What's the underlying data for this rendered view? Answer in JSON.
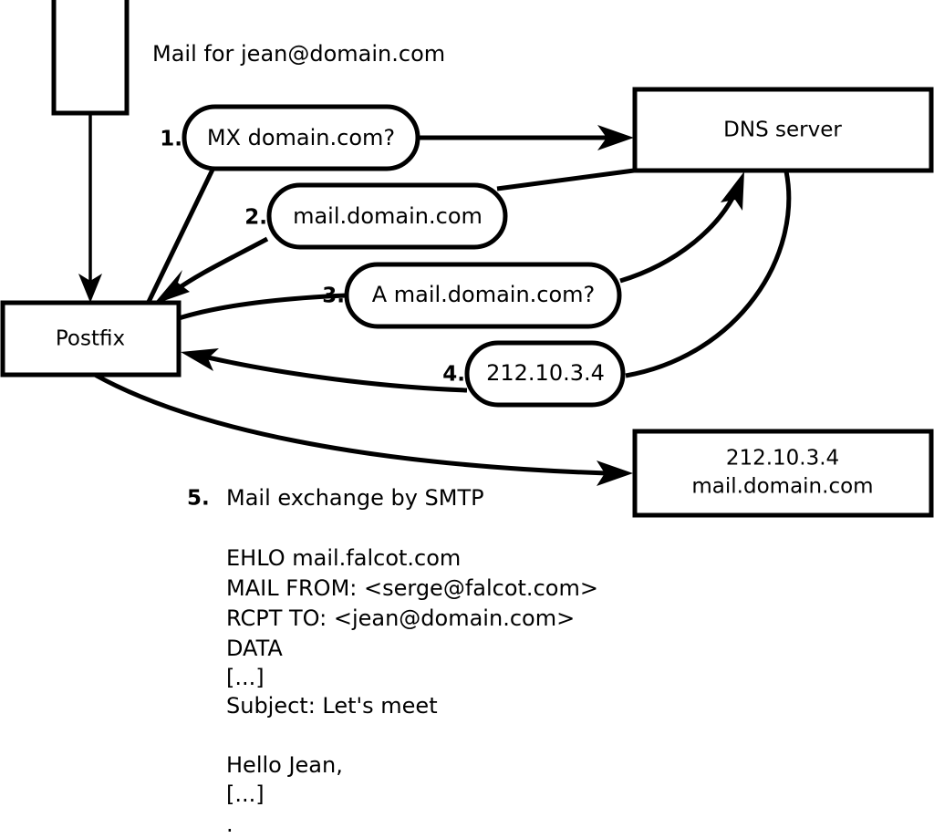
{
  "diagram": {
    "title_caption": "Mail for jean@domain.com",
    "nodes": [
      {
        "id": "source-box",
        "label": ""
      },
      {
        "id": "postfix",
        "label": "Postfix"
      },
      {
        "id": "dns-server",
        "label": "DNS server"
      },
      {
        "id": "destination",
        "line1": "212.10.3.4",
        "line2": "mail.domain.com"
      }
    ],
    "steps": [
      {
        "number": "1.",
        "label": "MX domain.com?"
      },
      {
        "number": "2.",
        "label": "mail.domain.com"
      },
      {
        "number": "3.",
        "label": "A mail.domain.com?"
      },
      {
        "number": "4.",
        "label": "212.10.3.4"
      }
    ],
    "step5": {
      "number": "5.",
      "label": "Mail exchange by SMTP"
    },
    "smtp_transcript": [
      "EHLO mail.falcot.com",
      "MAIL FROM: <serge@falcot.com>",
      "RCPT TO: <jean@domain.com>",
      "DATA",
      "[...]",
      "Subject: Let's meet",
      "",
      "Hello Jean,",
      "[...]",
      "."
    ],
    "colors": {
      "stroke": "#000000",
      "fill": "#ffffff",
      "background": "#ffffff"
    }
  }
}
